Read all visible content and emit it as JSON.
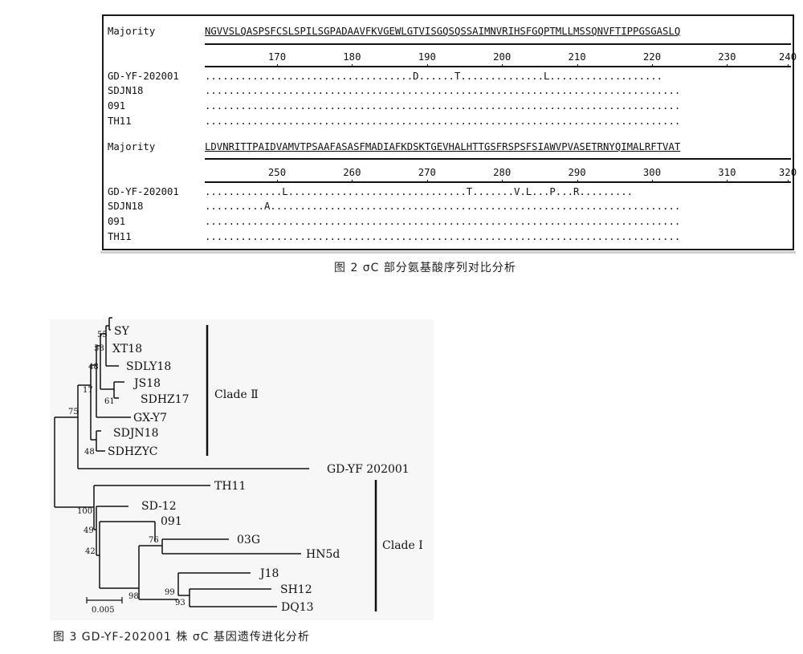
{
  "figure2": {
    "caption": "图 2   σC 部分氨基酸序列对比分析",
    "blocks": [
      {
        "majority_label": "Majority",
        "majority_seq": "NGVVSLQASPSFCSLSPILSGPADAAVFKVGEWLGTVISGQSQSSAIMNVRIHSFGQPTMLLMSSQNVFTIPPGSGASLQ",
        "ticks": [
          "170",
          "180",
          "190",
          "200",
          "210",
          "220",
          "230",
          "240"
        ],
        "rows": [
          {
            "label": "GD-YF-202001",
            "seq": "...................................D......T..............L..................."
          },
          {
            "label": "SDJN18",
            "seq": "................................................................................"
          },
          {
            "label": "091",
            "seq": "................................................................................"
          },
          {
            "label": "TH11",
            "seq": "................................................................................"
          }
        ]
      },
      {
        "majority_label": "Majority",
        "majority_seq": "LDVNRITTPAIDVAMVTPSAAFASASFMADIAFKDSKTGEVHALHTTGSFRSPSFSIAWVPVASETRNYQIMALRFTVAT",
        "ticks": [
          "250",
          "260",
          "270",
          "280",
          "290",
          "300",
          "310",
          "320"
        ],
        "rows": [
          {
            "label": "GD-YF-202001",
            "seq": ".............L..............................T.......V.L...P...R........."
          },
          {
            "label": "SDJN18",
            "seq": "..........A....................................................................."
          },
          {
            "label": "091",
            "seq": "................................................................................"
          },
          {
            "label": "TH11",
            "seq": "................................................................................"
          }
        ]
      }
    ]
  },
  "figure3": {
    "caption": "图 3   GD-YF-202001 株 σC 基因遗传进化分析",
    "clade2_label": "Clade Ⅱ",
    "clade1_label": "Clade Ⅰ",
    "scale_label": "0.005",
    "leaves": [
      "SY",
      "XT18",
      "SDLY18",
      "JS18",
      "SDHZ17",
      "GX-Y7",
      "SDJN18",
      "SDHZYC",
      "GD-YF 202001",
      "TH11",
      "SD-12",
      "091",
      "03G",
      "HN5d",
      "J18",
      "SH12",
      "DQ13"
    ],
    "bootstrap": [
      "55",
      "58",
      "48",
      "17",
      "61",
      "75",
      "48",
      "100",
      "49",
      "42",
      "76",
      "98",
      "99",
      "93"
    ]
  }
}
